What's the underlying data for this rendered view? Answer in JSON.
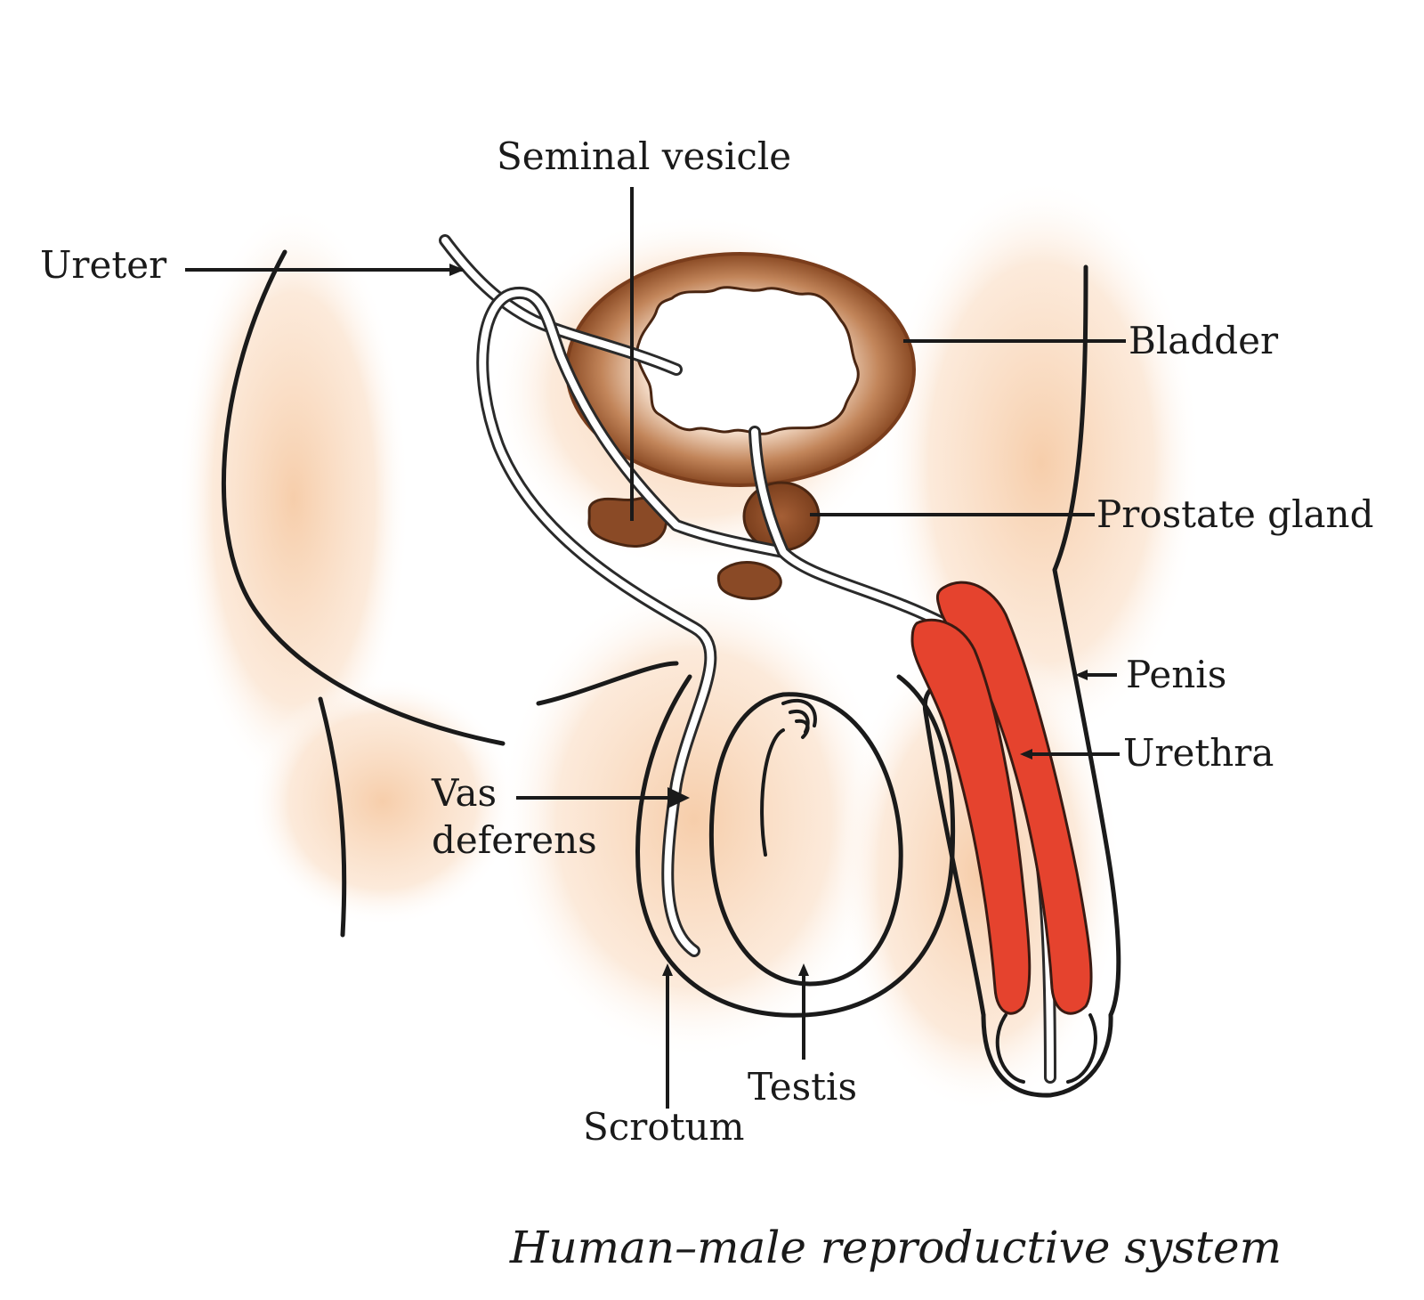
{
  "diagram": {
    "title": "Human–male reproductive system",
    "labels": {
      "seminal_vesicle": "Seminal vesicle",
      "ureter": "Ureter",
      "bladder": "Bladder",
      "prostate_gland": "Prostate gland",
      "penis": "Penis",
      "urethra": "Urethra",
      "vas_line1": "Vas",
      "vas_line2": "deferens",
      "testis": "Testis",
      "scrotum": "Scrotum"
    },
    "colors": {
      "skin": "#f6cba6",
      "bladder_wall": "#9b5a30",
      "gland": "#8a4a26",
      "erectile_tissue": "#e5432e",
      "outline": "#1a1a1a"
    }
  }
}
